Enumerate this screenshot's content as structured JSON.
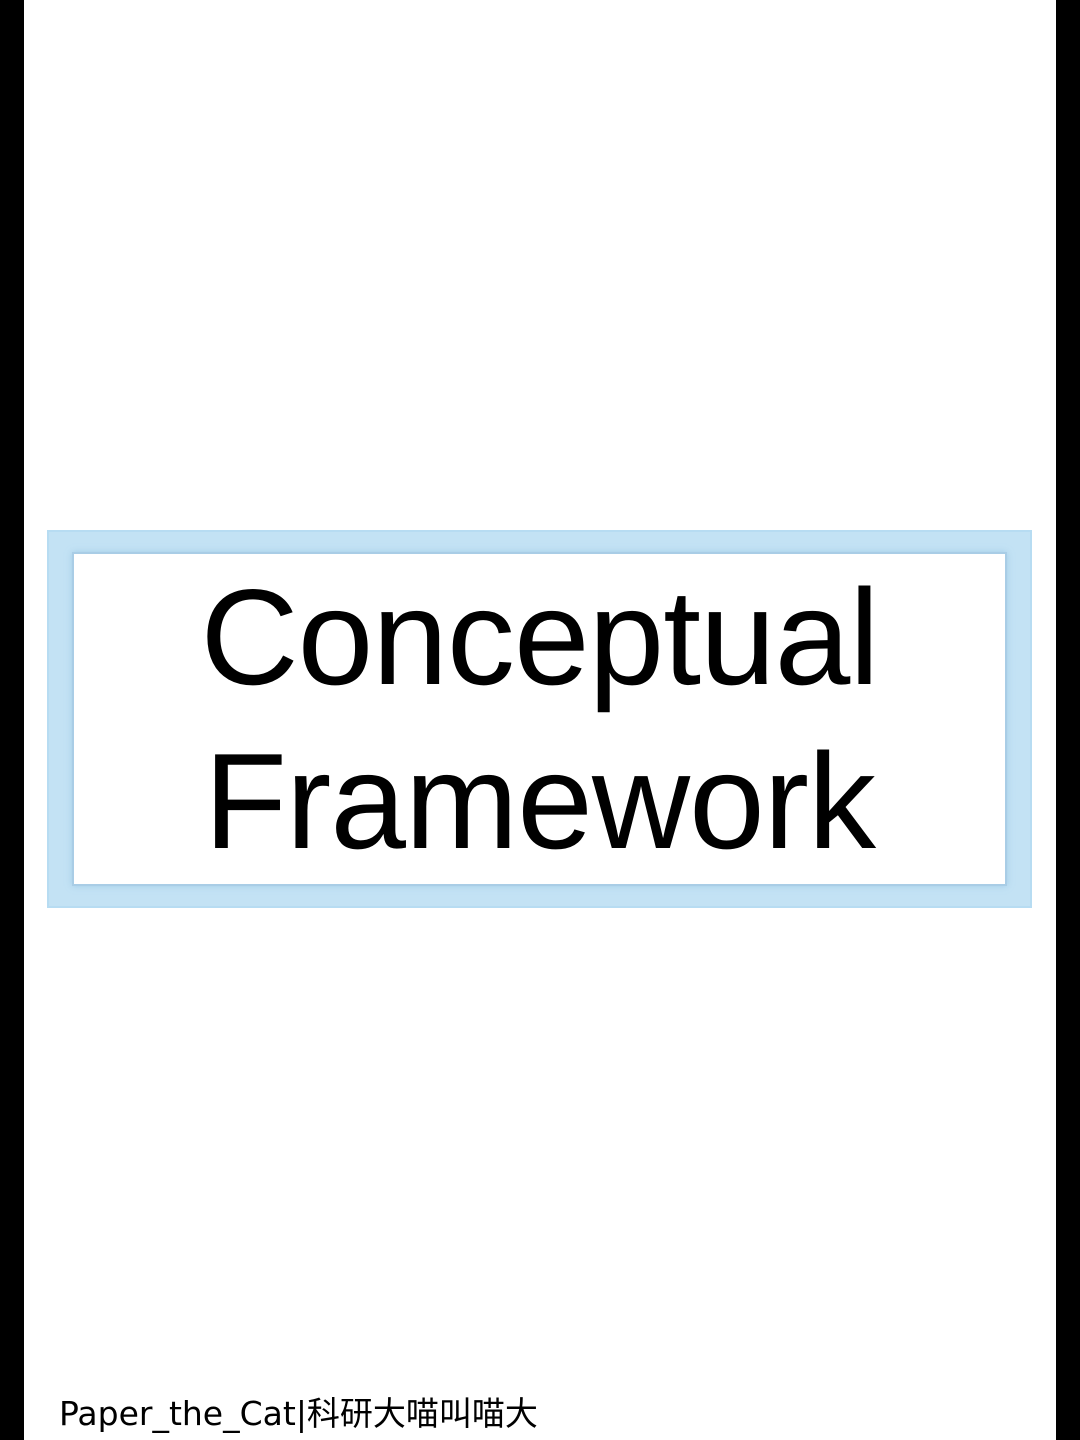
{
  "title": {
    "line1": "Conceptual",
    "line2": "Framework"
  },
  "watermark": "Paper_the_Cat|科研大喵叫喵大",
  "colors": {
    "background": "#ffffff",
    "side_bars": "#000000",
    "frame_fill": "#c3e2f4",
    "text": "#000000"
  }
}
